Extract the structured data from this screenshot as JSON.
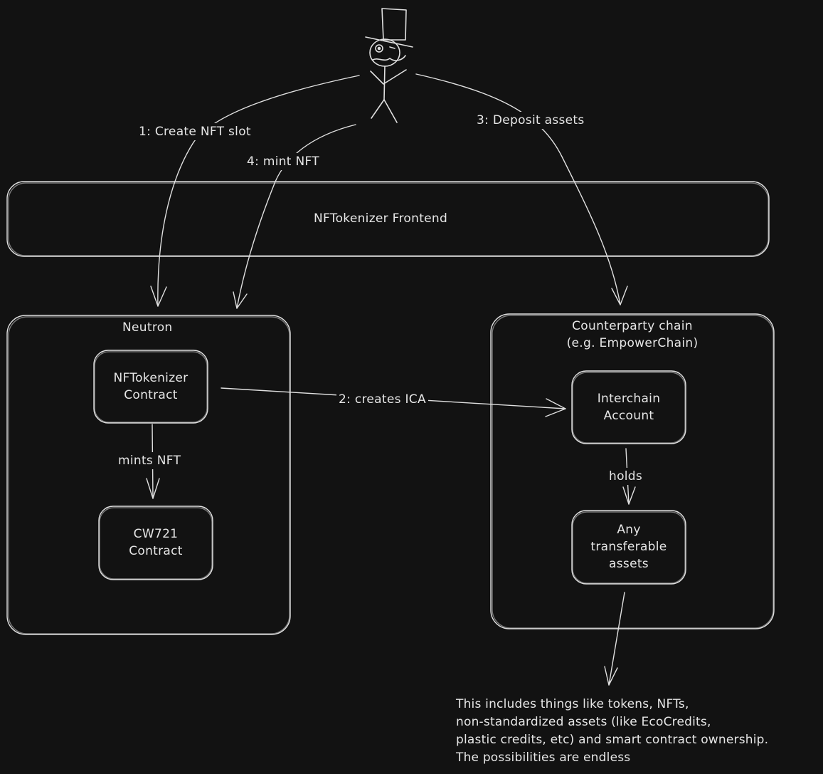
{
  "frontend": {
    "label": "NFTokenizer Frontend"
  },
  "neutron": {
    "title": "Neutron",
    "nftokenizer_contract": {
      "line1": "NFTokenizer",
      "line2": "Contract"
    },
    "cw721_contract": {
      "line1": "CW721",
      "line2": "Contract"
    }
  },
  "counterparty": {
    "title_line1": "Counterparty chain",
    "title_line2": "(e.g. EmpowerChain)",
    "interchain_account": {
      "line1": "Interchain",
      "line2": "Account"
    },
    "assets": {
      "line1": "Any",
      "line2": "transferable",
      "line3": "assets"
    }
  },
  "edges": {
    "create_slot": "1: Create NFT slot",
    "creates_ica": "2: creates ICA",
    "deposit_assets": "3: Deposit assets",
    "mint_nft": "4: mint NFT",
    "mints_nft": "mints NFT",
    "holds": "holds"
  },
  "note": {
    "line1": "This includes things like tokens, NFTs,",
    "line2": "non-standardized assets (like EcoCredits,",
    "line3": "plastic credits, etc) and smart contract ownership.",
    "line4": "The possibilities are endless"
  },
  "colors": {
    "background": "#121212",
    "stroke": "#e0e0e0",
    "text": "#e6e6e6"
  },
  "icons": {
    "user": "top-hat-stick-figure-icon"
  }
}
